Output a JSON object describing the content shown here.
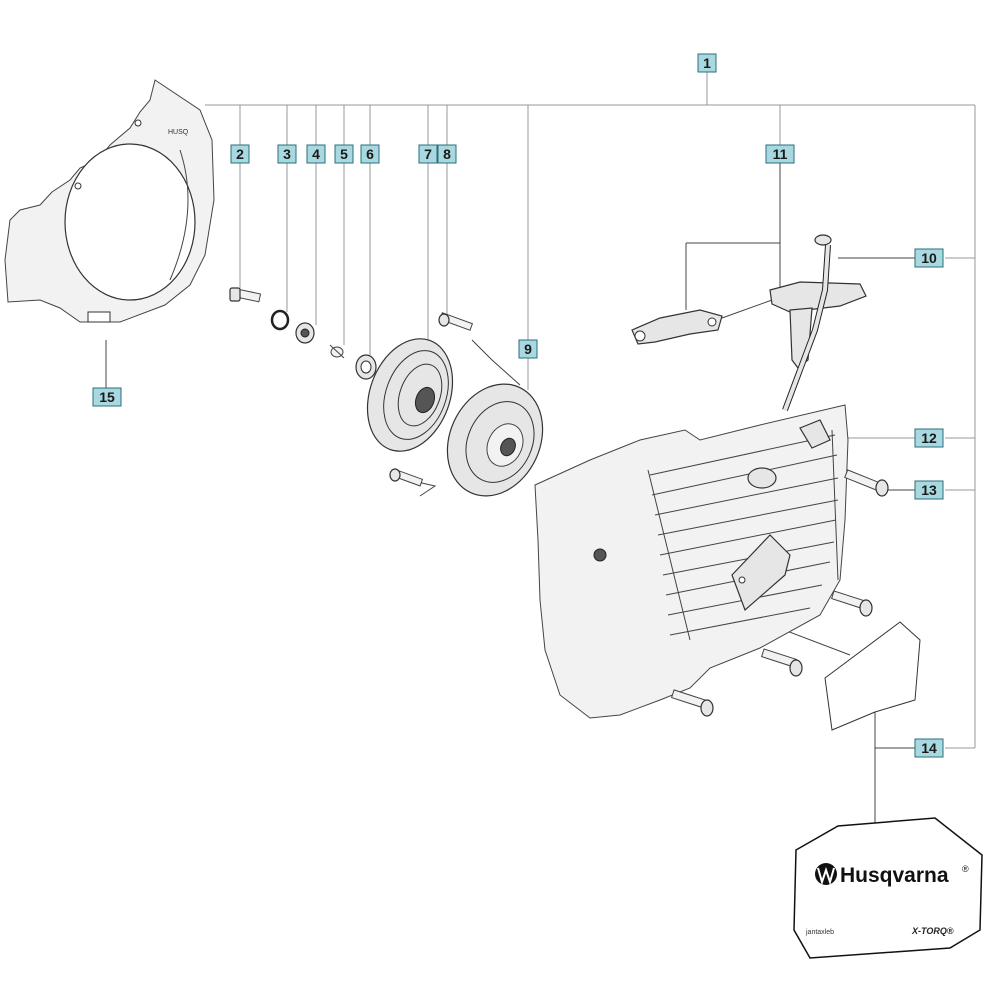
{
  "diagram": {
    "callouts": {
      "c1": "1",
      "c2": "2",
      "c3": "3",
      "c4": "4",
      "c5": "5",
      "c6": "6",
      "c7": "7",
      "c8": "8",
      "c9": "9",
      "c10": "10",
      "c11": "11",
      "c12": "12",
      "c13": "13",
      "c14": "14",
      "c15": "15"
    },
    "callout_color": "#a8d8e0",
    "decal": {
      "brand": "Husqvarna",
      "trademark": "®",
      "small_text": "jantaxleb",
      "model": "X-TORQ®"
    },
    "fan_cover_emblem": "HUSQ"
  }
}
